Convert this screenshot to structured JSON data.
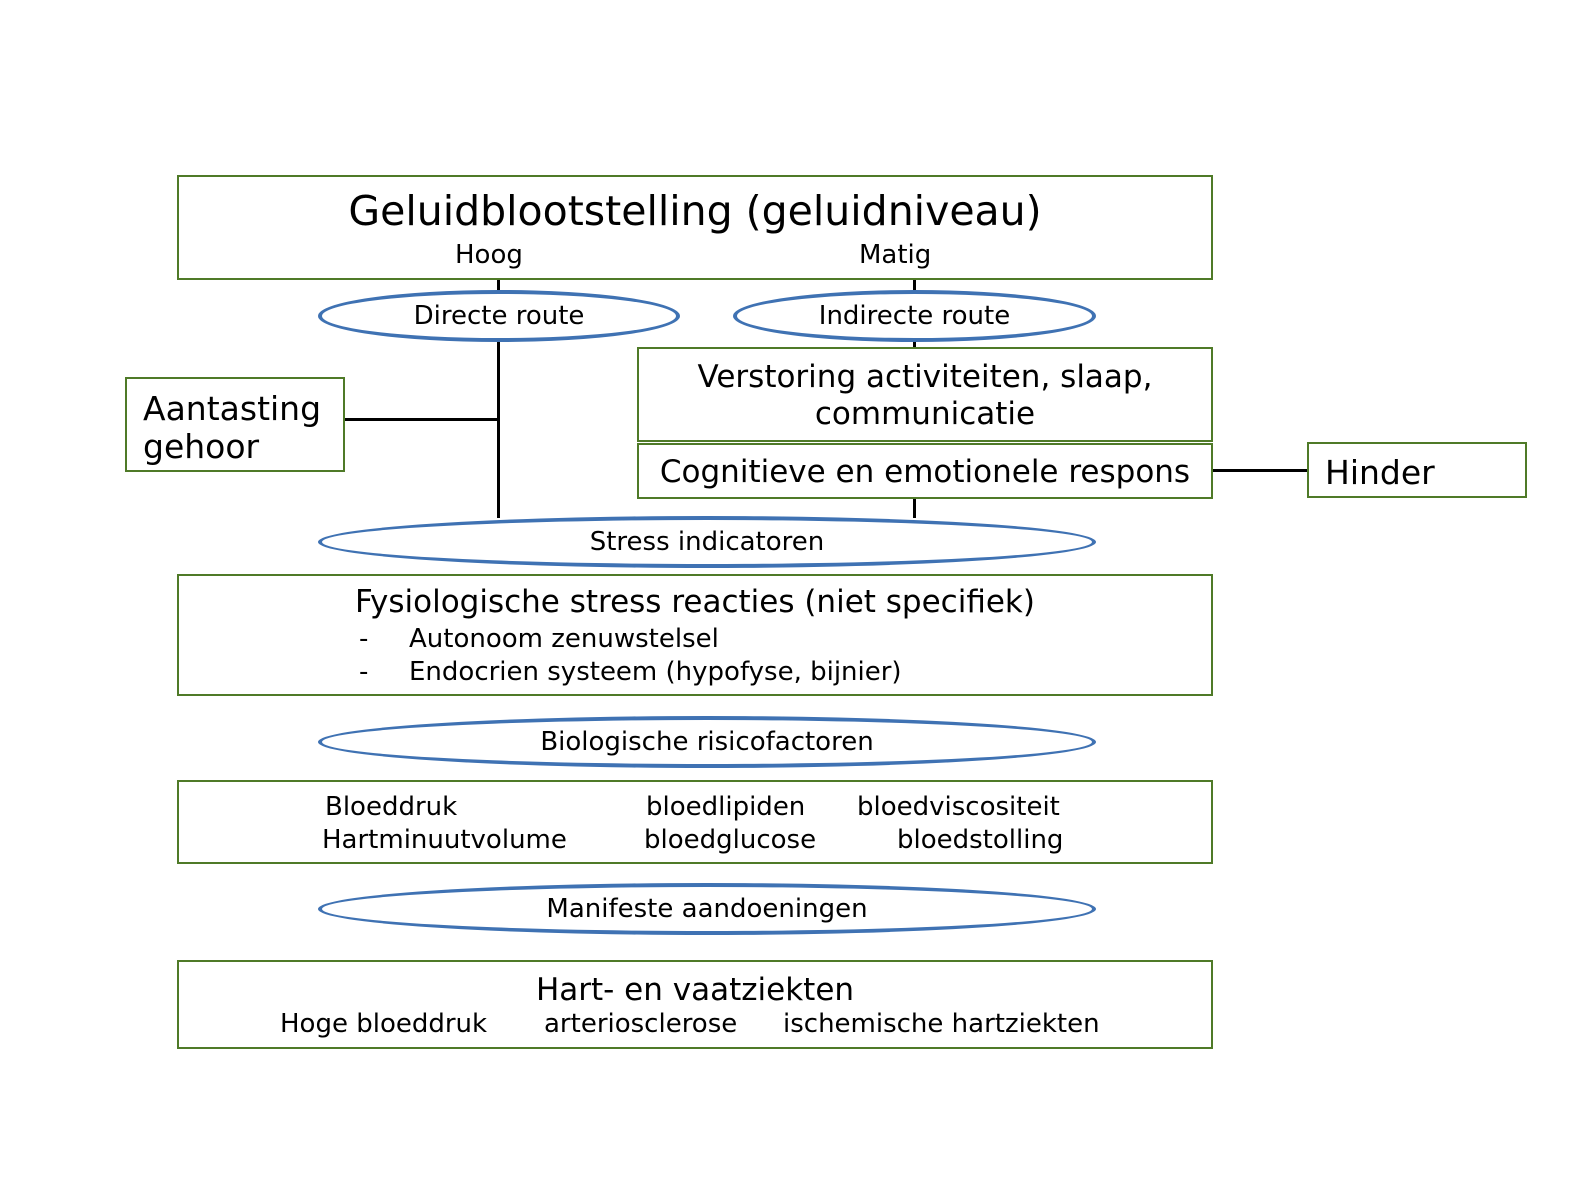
{
  "exposure": {
    "title": "Geluidblootstelling (geluidniveau)",
    "high": "Hoog",
    "moderate": "Matig"
  },
  "direct_route": "Directe route",
  "indirect_route": "Indirecte route",
  "hearing_damage": [
    "Aantasting",
    "gehoor"
  ],
  "disturbance": [
    "Verstoring activiteiten, slaap,",
    "communicatie"
  ],
  "cognitive_response": "Cognitieve en emotionele respons",
  "annoyance": "Hinder",
  "stress_indicators": "Stress indicatoren",
  "physiological": {
    "title": "Fysiologische stress reacties (niet specifiek)",
    "items": [
      {
        "dash": "-",
        "text": "Autonoom zenuwstelsel"
      },
      {
        "dash": "-",
        "text": "Endocrien systeem (hypofyse, bijnier)"
      }
    ]
  },
  "bio_risk": "Biologische risicofactoren",
  "risk_factors": [
    "Bloeddruk",
    "bloedlipiden",
    "bloedviscositeit",
    "Hartminuutvolume",
    "bloedglucose",
    "bloedstolling"
  ],
  "manifest": "Manifeste aandoeningen",
  "cardio": {
    "title": "Hart- en vaatziekten",
    "items": [
      "Hoge bloeddruk",
      "arteriosclerose",
      "ischemische hartziekten"
    ]
  }
}
